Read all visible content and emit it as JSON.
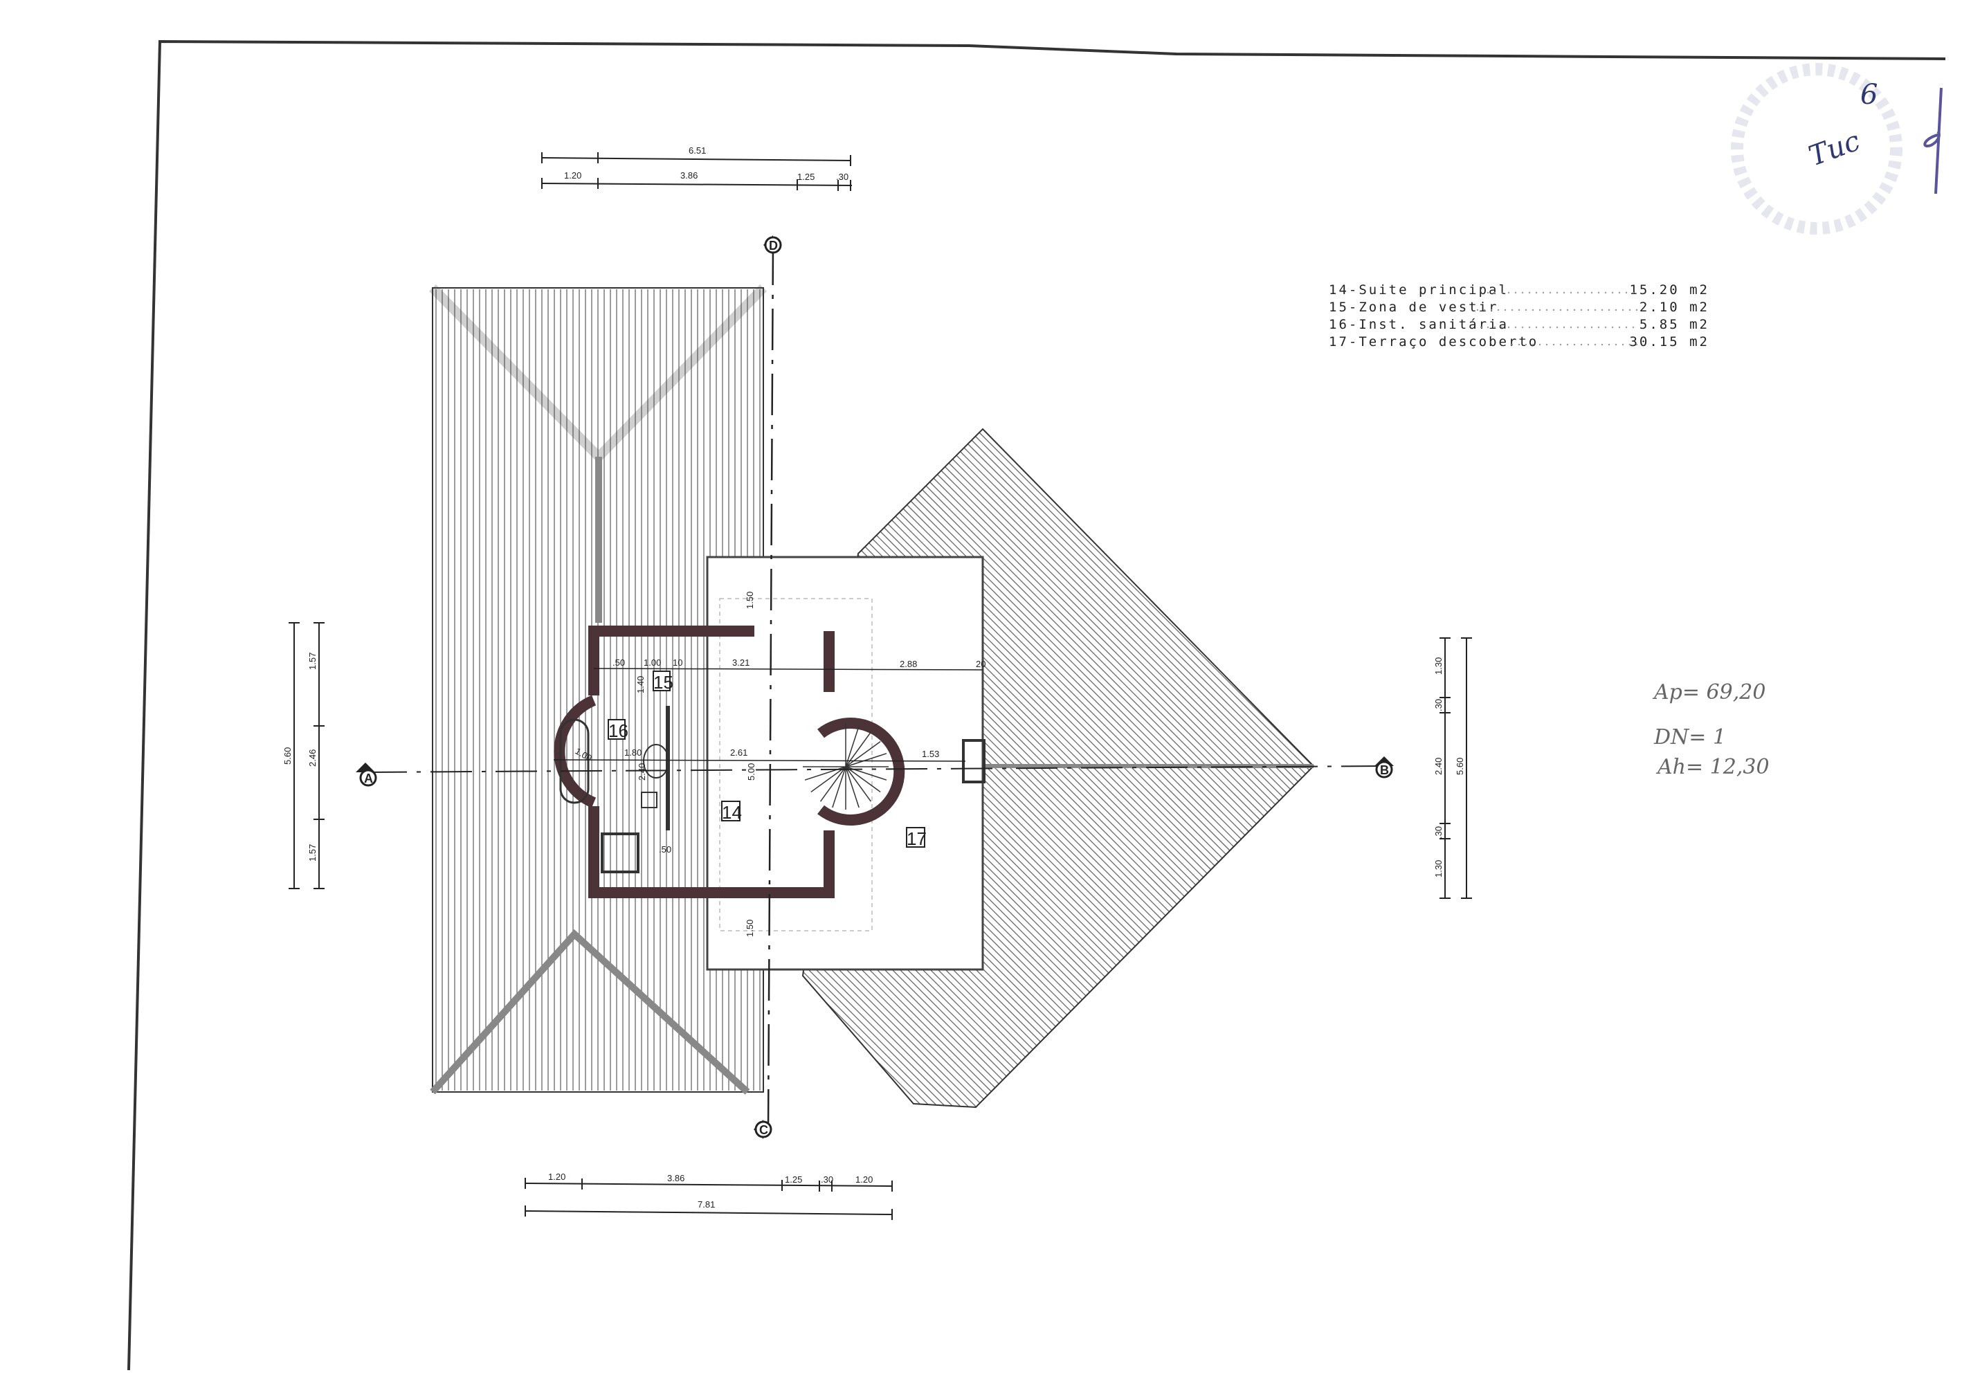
{
  "legend": [
    {
      "label": "14-Suite principal",
      "area": "15.20 m2"
    },
    {
      "label": "15-Zona de vestir",
      "area": "2.10 m2"
    },
    {
      "label": "16-Inst. sanitária",
      "area": "5.85 m2"
    },
    {
      "label": "17-Terraço descoberto",
      "area": "30.15 m2"
    }
  ],
  "rooms": {
    "r14": "14",
    "r15": "15",
    "r16": "16",
    "r17": "17"
  },
  "section_markers": {
    "a": "A",
    "b": "B",
    "c": "C",
    "d": "D"
  },
  "dims_top": {
    "total": "6.51",
    "s1": "1.20",
    "s2": "3.86",
    "s3": "1.25",
    "s4": ".30"
  },
  "dims_bottom": {
    "total": "7.81",
    "s1": "1.20",
    "s2": "3.86",
    "s3": "1.25",
    "s4": ".30",
    "s5": "1.20"
  },
  "dims_left": {
    "total": "5.60",
    "s1": "1.57",
    "s2": "2.46",
    "s3": "1.57"
  },
  "dims_right": {
    "total": "5.60",
    "s1": "1.30",
    "s2": ".30",
    "s3": "2.40",
    "s4": ".30",
    "s5": "1.30"
  },
  "dims_interior": {
    "d50a": ".50",
    "d100a": "1.00",
    "d10": "10",
    "d321": "3.21",
    "d288": "2.88",
    "d20": "20",
    "d140": "1.40",
    "d180": "1.80",
    "d261": "2.61",
    "d240": "2.40",
    "d500": "5.00",
    "d153": "1.53",
    "d50b": ".50",
    "d100r": "1.00",
    "d150a": "1.50",
    "d150b": "1.50"
  },
  "handwritten": {
    "ap": "Ap= 69,20",
    "dn": "DN= 1",
    "ah": "Ah= 12,30",
    "page": "6",
    "rubric": "Tuc"
  }
}
